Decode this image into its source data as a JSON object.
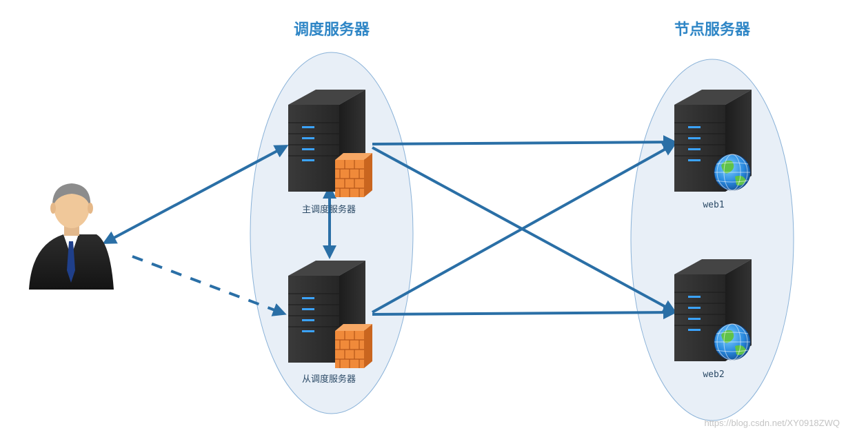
{
  "groups": {
    "scheduler_title": "调度服务器",
    "node_title": "节点服务器"
  },
  "nodes": {
    "master_label": "主调度服务器",
    "slave_label": "从调度服务器",
    "web1_label": "web1",
    "web2_label": "web2"
  },
  "watermark": "https://blog.csdn.net/XY0918ZWQ",
  "icons": [
    "user-icon",
    "server-icon",
    "firewall-icon",
    "globe-icon"
  ],
  "colors": {
    "title": "#2f86c6",
    "arrow": "#2a6fa6",
    "ellipse_fill": "#e8eff7",
    "ellipse_stroke": "#8ab2d8",
    "firewall": "#f08a3a",
    "server_body": "#2e2e2e",
    "server_led": "#3ba3ff"
  }
}
